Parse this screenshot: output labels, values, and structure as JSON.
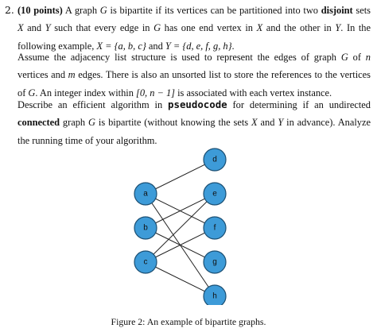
{
  "problem": {
    "number": "2.",
    "points_label": "(10 points)",
    "p1_a": " A graph ",
    "p1_G": "G",
    "p1_b": " is bipartite if its vertices can be partitioned into two ",
    "p1_disjoint": "disjoint",
    "p1_c": " sets ",
    "p1_X": "X",
    "p1_d": " and ",
    "p1_Y": "Y",
    "p1_e": " such that every edge in ",
    "p1_G2": "G",
    "p1_f": " has one end vertex in ",
    "p1_X2": "X",
    "p1_g": " and the other in ",
    "p1_Y2": "Y",
    "p1_h": ". In the following example, ",
    "p1_Xset": "X = {a, b, c}",
    "p1_i": " and ",
    "p1_Yset": "Y = {d, e, f, g, h}",
    "p1_j": ".",
    "p2_a": "Assume the adjacency list structure is used to represent the edges of graph ",
    "p2_G": "G",
    "p2_b": " of ",
    "p2_n": "n",
    "p2_c": " vertices and ",
    "p2_m": "m",
    "p2_d": " edges. There is also an unsorted list to store the references to the vertices of ",
    "p2_G2": "G",
    "p2_e": ". An integer index within ",
    "p2_range": "[0, n − 1]",
    "p2_f": " is associated with each vertex instance.",
    "p3_a": "Describe an efficient algorithm in ",
    "p3_pseudocode": "pseudocode",
    "p3_b": " for determining if an undirected ",
    "p3_connected": "connected",
    "p3_c": " graph ",
    "p3_G": "G",
    "p3_d": " is bipartite (without knowing the sets ",
    "p3_X": "X",
    "p3_e": " and ",
    "p3_Y": "Y",
    "p3_f": " in advance). Analyze the running time of your algorithm."
  },
  "figure": {
    "caption": "Figure 2: An example of bipartite graphs.",
    "node_color": "#3d9bd8",
    "left_nodes": [
      "a",
      "b",
      "c"
    ],
    "right_nodes": [
      "d",
      "e",
      "f",
      "g",
      "h"
    ],
    "edges": [
      [
        "a",
        "d"
      ],
      [
        "a",
        "f"
      ],
      [
        "a",
        "h"
      ],
      [
        "b",
        "e"
      ],
      [
        "b",
        "g"
      ],
      [
        "c",
        "e"
      ],
      [
        "c",
        "f"
      ],
      [
        "c",
        "h"
      ]
    ]
  }
}
